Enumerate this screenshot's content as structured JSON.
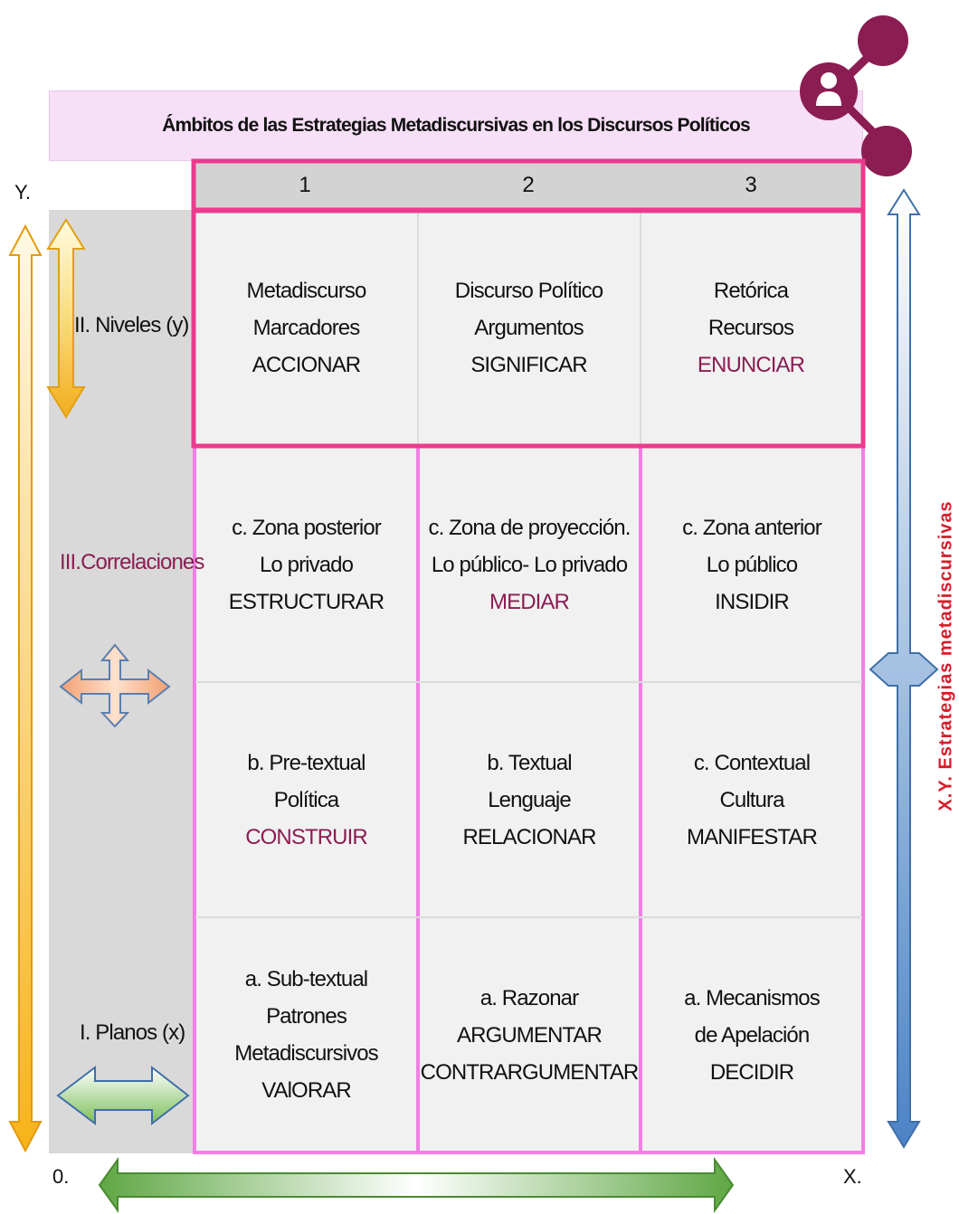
{
  "title": "Ámbitos de las Estrategias Metadiscursivas en los Discursos Políticos",
  "axis": {
    "y": "Y.",
    "x": "X.",
    "origin": "0."
  },
  "vertical_label": "X.Y. Estrategias metadiscursivas",
  "columns": [
    "1",
    "2",
    "3"
  ],
  "row_labels": {
    "niveles": "II. Niveles (y)",
    "correlaciones": "III.Correlaciones",
    "planos": "I. Planos (x)"
  },
  "rows": [
    [
      {
        "l1": "Metadiscurso",
        "l2": "Marcadores",
        "l3": "ACCIONAR"
      },
      {
        "l1": "Discurso Político",
        "l2": "Argumentos",
        "l3": "SIGNIFICAR"
      },
      {
        "l1": "Retórica",
        "l2": "Recursos",
        "l3": "ENUNCIAR"
      }
    ],
    [
      {
        "l1": "c. Zona posterior",
        "l2": "Lo privado",
        "l3": "ESTRUCTURAR"
      },
      {
        "l1": "c. Zona de proyección.",
        "l2": "Lo público- Lo privado",
        "l3": "MEDIAR"
      },
      {
        "l1": "c. Zona anterior",
        "l2": "Lo público",
        "l3": "INSIDIR"
      }
    ],
    [
      {
        "l1": "b. Pre-textual",
        "l2": "Política",
        "l3": "CONSTRUIR"
      },
      {
        "l1": "b. Textual",
        "l2": "Lenguaje",
        "l3": "RELACIONAR"
      },
      {
        "l1": "c. Contextual",
        "l2": "Cultura",
        "l3": "MANIFESTAR"
      }
    ],
    [
      {
        "l1": "a. Sub-textual",
        "l2": "Patrones Metadiscursivos",
        "l3": "VAlORAR"
      },
      {
        "l1": "a. Razonar",
        "l2": "ARGUMENTAR",
        "l3": "CONTRARGUMENTAR"
      },
      {
        "l1": "a. Mecanismos",
        "l2": "de Apelación",
        "l3": "DECIDIR"
      }
    ]
  ],
  "colors": {
    "accent_text": "#8b1d53",
    "frame_pink": "#ec3b8e",
    "grid_pink": "#f27fe6",
    "title_bg": "#f6dff7",
    "share_icon": "#8b1d53",
    "vertical_label": "#d91b2a"
  },
  "icons": [
    "share-icon",
    "double-arrow-vertical-icon",
    "four-way-arrow-icon",
    "double-arrow-horizontal-icon"
  ]
}
